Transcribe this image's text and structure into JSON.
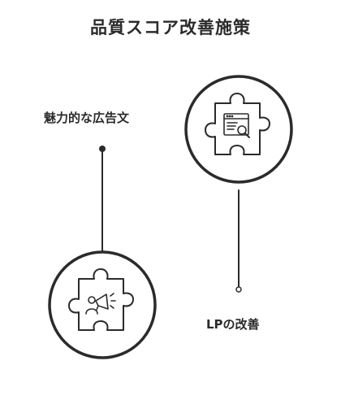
{
  "title": "品質スコア改善施策",
  "items": [
    {
      "label": "魅力的な広告文",
      "icon": "megaphone-puzzle-icon"
    },
    {
      "label": "LPの改善",
      "icon": "webpage-search-puzzle-icon"
    }
  ],
  "colors": {
    "stroke": "#2b2b2b",
    "background": "#ffffff"
  }
}
